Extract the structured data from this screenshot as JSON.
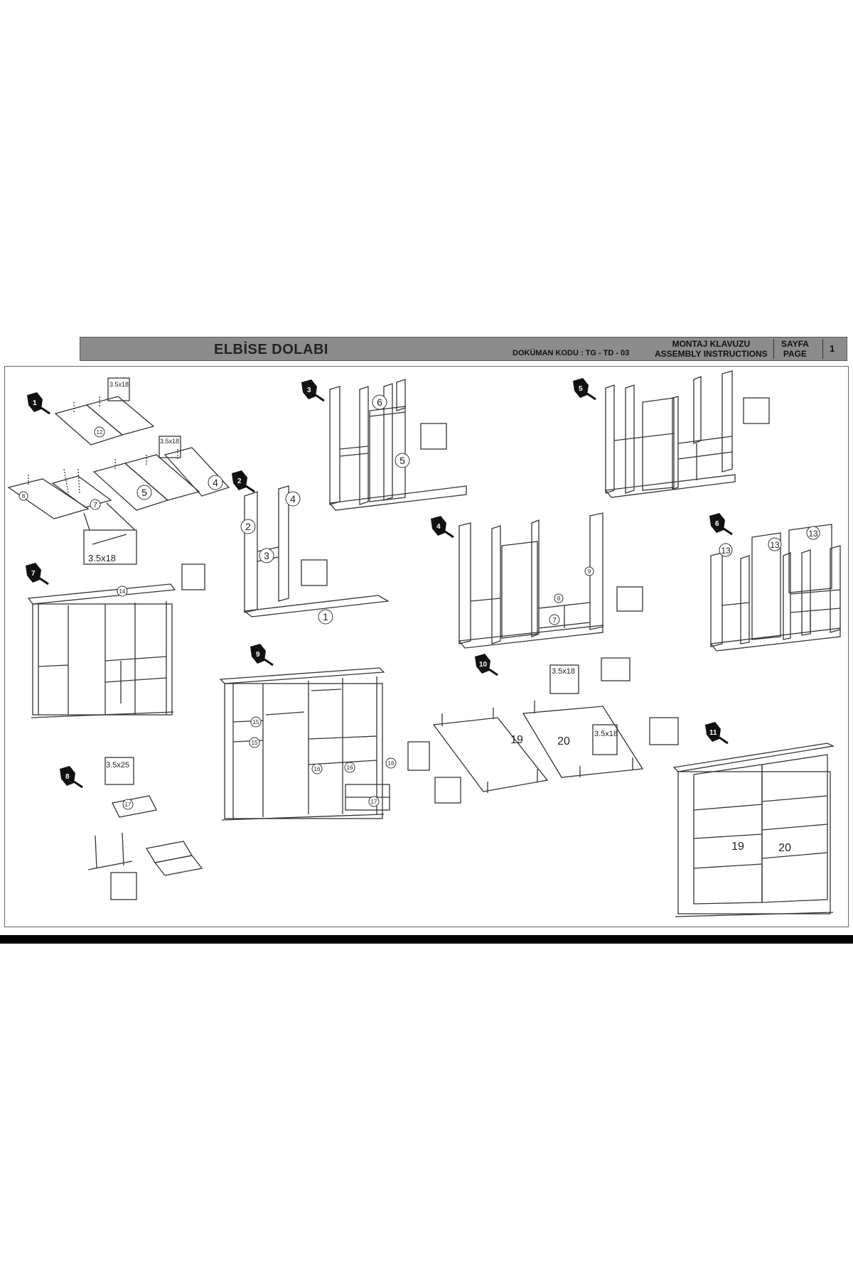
{
  "header": {
    "title": "ELBİSE DOLABI",
    "doc_code": "DOKÜMAN KODU : TG - TD - 03",
    "guide_tr": "MONTAJ KLAVUZU",
    "guide_en": "ASSEMBLY INSTRUCTIONS",
    "page_tr": "SAYFA",
    "page_en": "PAGE",
    "page_number": "1"
  },
  "steps": {
    "s1": "1",
    "s2": "2",
    "s3": "3",
    "s4": "4",
    "s5": "5",
    "s6": "6",
    "s7": "7",
    "s8": "8",
    "s9": "9",
    "s10": "10",
    "s11": "11"
  },
  "screws": {
    "a": "3.5x18",
    "b": "3.5x18",
    "c": "3.5x18",
    "d": "3.5x25",
    "e": "3.5x18",
    "f": "3.5x18"
  },
  "parts": {
    "p1": "1",
    "p2": "2",
    "p3": "3",
    "p4": "4",
    "p5": "5",
    "p6": "6",
    "p7": "7",
    "p8": "8",
    "p9": "9",
    "p12": "12",
    "p13": "13",
    "p14": "14",
    "p15": "15",
    "p16": "16",
    "p17": "17",
    "p19": "19",
    "p20": "20"
  },
  "colors": {
    "header_bg": "#8c8c8c",
    "line": "#333333",
    "bar": "#000000"
  }
}
